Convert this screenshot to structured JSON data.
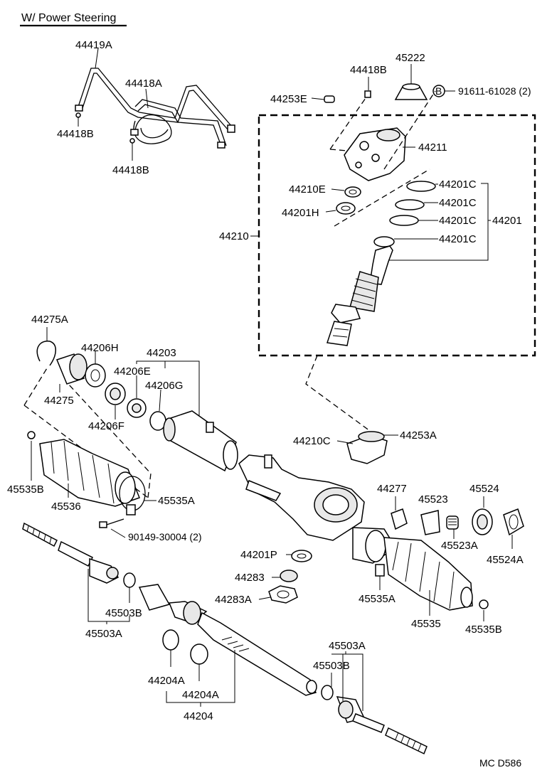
{
  "title": "W/ Power Steering",
  "footer_code": "MC  D586",
  "labels": {
    "p44419A": "44419A",
    "p44418A": "44418A",
    "p44418B_a": "44418B",
    "p44418B_b": "44418B",
    "p44418B_c": "44418B",
    "p45222": "45222",
    "p44253E": "44253E",
    "p91611": "91611-61028 (2)",
    "circleB": "B",
    "p44211": "44211",
    "p44210E": "44210E",
    "p44201H": "44201H",
    "p44201C_1": "44201C",
    "p44201C_2": "44201C",
    "p44201C_3": "44201C",
    "p44201C_4": "44201C",
    "p44201": "44201",
    "p44210": "44210",
    "p44275A": "44275A",
    "p44206H": "44206H",
    "p44203": "44203",
    "p44206E": "44206E",
    "p44206G": "44206G",
    "p44275": "44275",
    "p44206F": "44206F",
    "p44210C": "44210C",
    "p44253A": "44253A",
    "p45535B_a": "45535B",
    "p45536": "45536",
    "p45535A_a": "45535A",
    "p90149": "90149-30004 (2)",
    "p44277": "44277",
    "p45523": "45523",
    "p45524": "45524",
    "p45523A": "45523A",
    "p45524A": "45524A",
    "p44201P": "44201P",
    "p44283": "44283",
    "p44283A": "44283A",
    "p45535A_b": "45535A",
    "p45535": "45535",
    "p45535B_b": "45535B",
    "p45503B_a": "45503B",
    "p45503A_a": "45503A",
    "p45503A_b": "45503A",
    "p45503B_b": "45503B",
    "p44204A_a": "44204A",
    "p44204A_b": "44204A",
    "p44204": "44204"
  }
}
